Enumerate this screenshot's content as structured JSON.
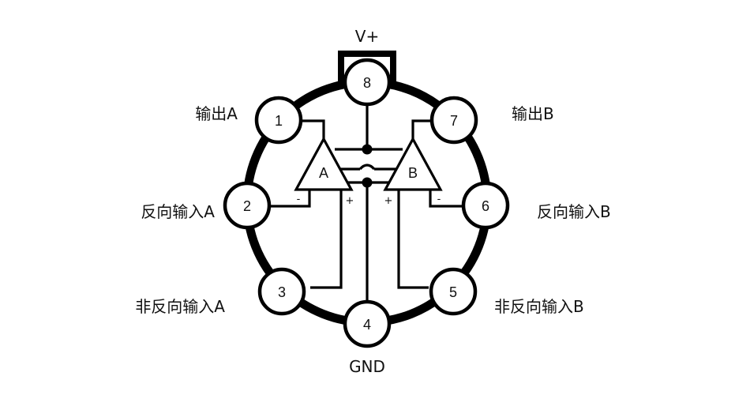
{
  "diagram": {
    "power_label": "V+",
    "ground_label": "GND",
    "amplifiers": [
      {
        "id": "amp-a",
        "label": "A",
        "minus": "-",
        "plus": "+"
      },
      {
        "id": "amp-b",
        "label": "B",
        "minus": "-",
        "plus": "+"
      }
    ],
    "pins": [
      {
        "number": "1",
        "label": "输出A"
      },
      {
        "number": "2",
        "label": "反向输入A"
      },
      {
        "number": "3",
        "label": "非反向输入A"
      },
      {
        "number": "4",
        "label": ""
      },
      {
        "number": "5",
        "label": "非反向输入B"
      },
      {
        "number": "6",
        "label": "反向输入B"
      },
      {
        "number": "7",
        "label": "输出B"
      },
      {
        "number": "8",
        "label": ""
      }
    ]
  }
}
